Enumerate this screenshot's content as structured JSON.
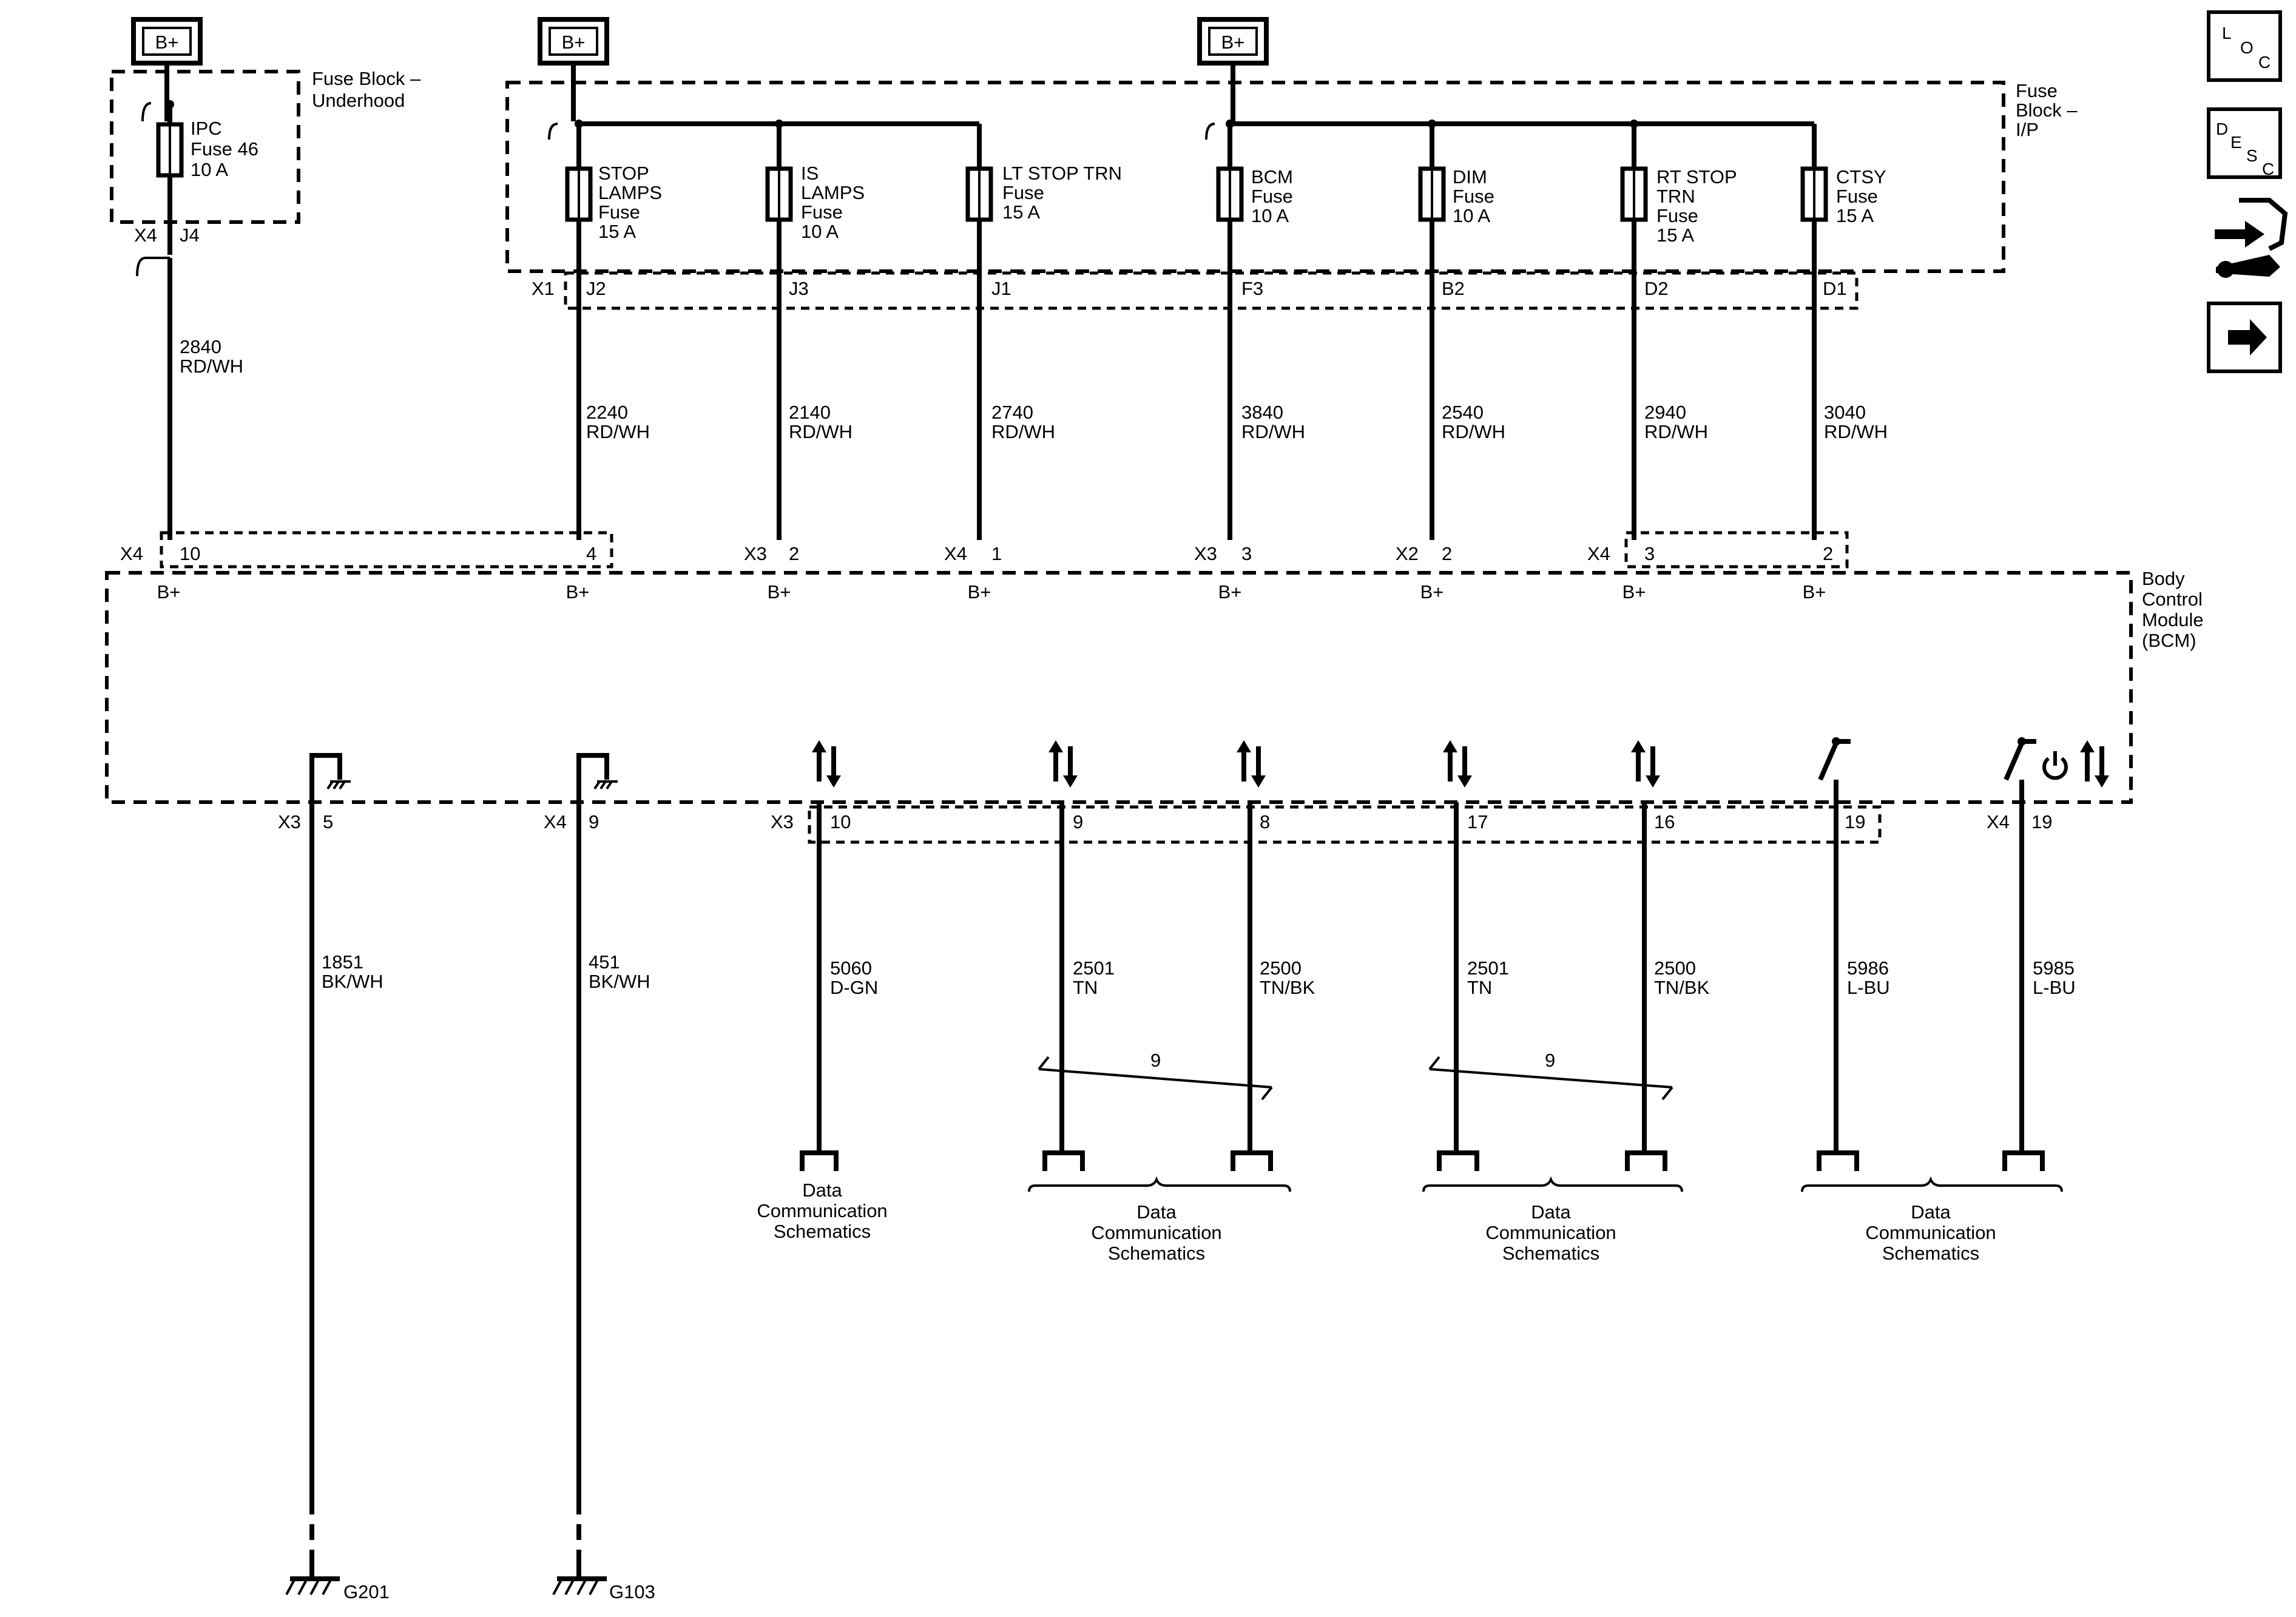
{
  "title": "",
  "battery_label": "B+",
  "fuse_block_underhood": {
    "line1": "Fuse Block –",
    "line2": "Underhood"
  },
  "fuse_block_ip": {
    "line1": "Fuse",
    "line2": "Block –",
    "line3": "I/P"
  },
  "bcm": {
    "line1": "Body",
    "line2": "Control",
    "line3": "Module",
    "line4": "(BCM)"
  },
  "fuses": [
    {
      "id": "ipc",
      "lines": [
        "IPC",
        "Fuse 46",
        "10 A"
      ]
    },
    {
      "id": "stop-lamps",
      "lines": [
        "STOP",
        "LAMPS",
        "Fuse",
        "15 A"
      ]
    },
    {
      "id": "is-lamps",
      "lines": [
        "IS",
        "LAMPS",
        "Fuse",
        "10 A"
      ]
    },
    {
      "id": "lt-stop-trn",
      "lines": [
        "LT STOP TRN",
        "Fuse",
        "15 A"
      ]
    },
    {
      "id": "bcm",
      "lines": [
        "BCM",
        "Fuse",
        "10 A"
      ]
    },
    {
      "id": "dim",
      "lines": [
        "DIM",
        "Fuse",
        "10 A"
      ]
    },
    {
      "id": "rt-stop-trn",
      "lines": [
        "RT STOP",
        "TRN",
        "Fuse",
        "15 A"
      ]
    },
    {
      "id": "ctsy",
      "lines": [
        "CTSY",
        "Fuse",
        "15 A"
      ]
    }
  ],
  "fuse_block_pins": {
    "underhood_connector": "X4",
    "underhood_pin": "J4",
    "ip_connector": "X1",
    "ip_pins": [
      "J2",
      "J3",
      "J1",
      "F3",
      "B2",
      "D2",
      "D1"
    ]
  },
  "power_circuits": [
    {
      "circuit": "2840",
      "color": "RD/WH",
      "bcm_connector": "X4",
      "bcm_pin": "10"
    },
    {
      "circuit": "2240",
      "color": "RD/WH",
      "bcm_connector": "",
      "bcm_pin": "4"
    },
    {
      "circuit": "2140",
      "color": "RD/WH",
      "bcm_connector": "X3",
      "bcm_pin": "2"
    },
    {
      "circuit": "2740",
      "color": "RD/WH",
      "bcm_connector": "X4",
      "bcm_pin": "1"
    },
    {
      "circuit": "3840",
      "color": "RD/WH",
      "bcm_connector": "X3",
      "bcm_pin": "3"
    },
    {
      "circuit": "2540",
      "color": "RD/WH",
      "bcm_connector": "X2",
      "bcm_pin": "2"
    },
    {
      "circuit": "2940",
      "color": "RD/WH",
      "bcm_connector": "X4",
      "bcm_pin": "3"
    },
    {
      "circuit": "3040",
      "color": "RD/WH",
      "bcm_connector": "",
      "bcm_pin": "2"
    }
  ],
  "bottom_circuits": [
    {
      "connector": "X3",
      "pin": "5",
      "circuit": "1851",
      "color": "BK/WH",
      "ground": "G201"
    },
    {
      "connector": "X4",
      "pin": "9",
      "circuit": "451",
      "color": "BK/WH",
      "ground": "G103"
    },
    {
      "connector": "X3",
      "pin": "10",
      "circuit": "5060",
      "color": "D-GN"
    },
    {
      "connector": "",
      "pin": "9",
      "circuit": "2501",
      "color": "TN"
    },
    {
      "connector": "",
      "pin": "8",
      "circuit": "2500",
      "color": "TN/BK"
    },
    {
      "connector": "",
      "pin": "17",
      "circuit": "2501",
      "color": "TN"
    },
    {
      "connector": "",
      "pin": "16",
      "circuit": "2500",
      "color": "TN/BK"
    },
    {
      "connector": "",
      "pin": "19",
      "circuit": "5986",
      "color": "L-BU"
    },
    {
      "connector": "X4",
      "pin": "19",
      "circuit": "5985",
      "color": "L-BU"
    }
  ],
  "twist_label": "9",
  "data_comm": {
    "line1": "Data",
    "line2": "Communication",
    "line3": "Schematics"
  },
  "nav": {
    "loc": [
      "L",
      "O",
      "C"
    ],
    "desc": [
      "D",
      "E",
      "S",
      "C"
    ]
  }
}
